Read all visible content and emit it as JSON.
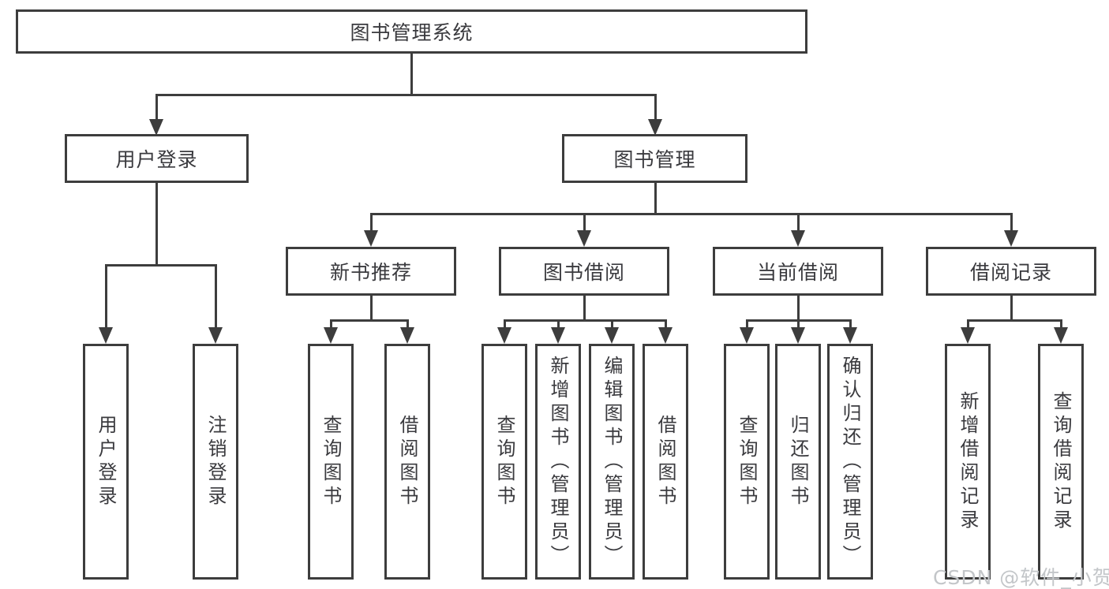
{
  "tree": {
    "label": "图书管理系统",
    "children": [
      {
        "label": "用户登录",
        "children": [
          {
            "label": "用户登录"
          },
          {
            "label": "注销登录"
          }
        ]
      },
      {
        "label": "图书管理",
        "children": [
          {
            "label": "新书推荐",
            "children": [
              {
                "label": "查询图书"
              },
              {
                "label": "借阅图书"
              }
            ]
          },
          {
            "label": "图书借阅",
            "children": [
              {
                "label": "查询图书"
              },
              {
                "label": "新增图书（管理员）"
              },
              {
                "label": "编辑图书（管理员）"
              },
              {
                "label": "借阅图书"
              }
            ]
          },
          {
            "label": "当前借阅",
            "children": [
              {
                "label": "查询图书"
              },
              {
                "label": "归还图书"
              },
              {
                "label": "确认归还（管理员）"
              }
            ]
          },
          {
            "label": "借阅记录",
            "children": [
              {
                "label": "新增借阅记录"
              },
              {
                "label": "查询借阅记录"
              }
            ]
          }
        ]
      }
    ]
  },
  "watermark": {
    "text": "CSDN @软件_小贺同学"
  },
  "colors": {
    "line": "#3d3d3d",
    "box_border": "#3d3d3d",
    "box_background": "#ffffff",
    "text": "#3a3a3e",
    "watermark_text": "#c3c6c9",
    "page_background": "#ffffff"
  }
}
